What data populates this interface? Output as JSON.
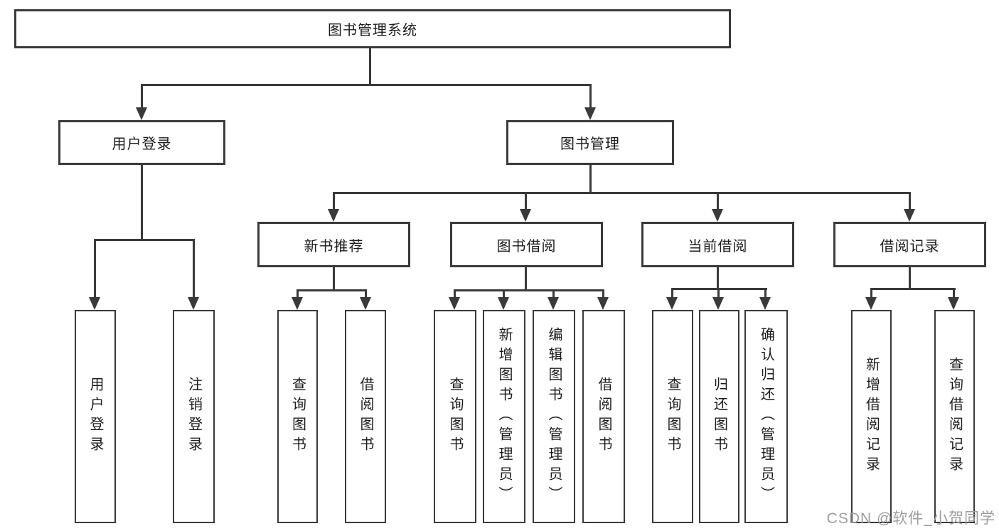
{
  "diagram_title": "图书管理系统",
  "watermark": "CSDN @软件_小贺同学",
  "colors": {
    "line": "#3a3a3a",
    "text": "#1c1c1c",
    "watermark": "#9e9e9e",
    "background": "#ffffff"
  },
  "tree": {
    "root": {
      "label": "图书管理系统"
    },
    "branches": [
      {
        "label": "用户登录",
        "leaves": [
          {
            "label": "用户登录"
          },
          {
            "label": "注销登录"
          }
        ]
      },
      {
        "label": "图书管理",
        "groups": [
          {
            "label": "新书推荐",
            "leaves": [
              {
                "label": "查询图书"
              },
              {
                "label": "借阅图书"
              }
            ]
          },
          {
            "label": "图书借阅",
            "leaves": [
              {
                "label": "查询图书"
              },
              {
                "label": "新增图书（管理员）"
              },
              {
                "label": "编辑图书（管理员）"
              },
              {
                "label": "借阅图书"
              }
            ]
          },
          {
            "label": "当前借阅",
            "leaves": [
              {
                "label": "查询图书"
              },
              {
                "label": "归还图书"
              },
              {
                "label": "确认归还（管理员）"
              }
            ]
          },
          {
            "label": "借阅记录",
            "leaves": [
              {
                "label": "新增借阅记录"
              },
              {
                "label": "查询借阅记录"
              }
            ]
          }
        ]
      }
    ]
  }
}
